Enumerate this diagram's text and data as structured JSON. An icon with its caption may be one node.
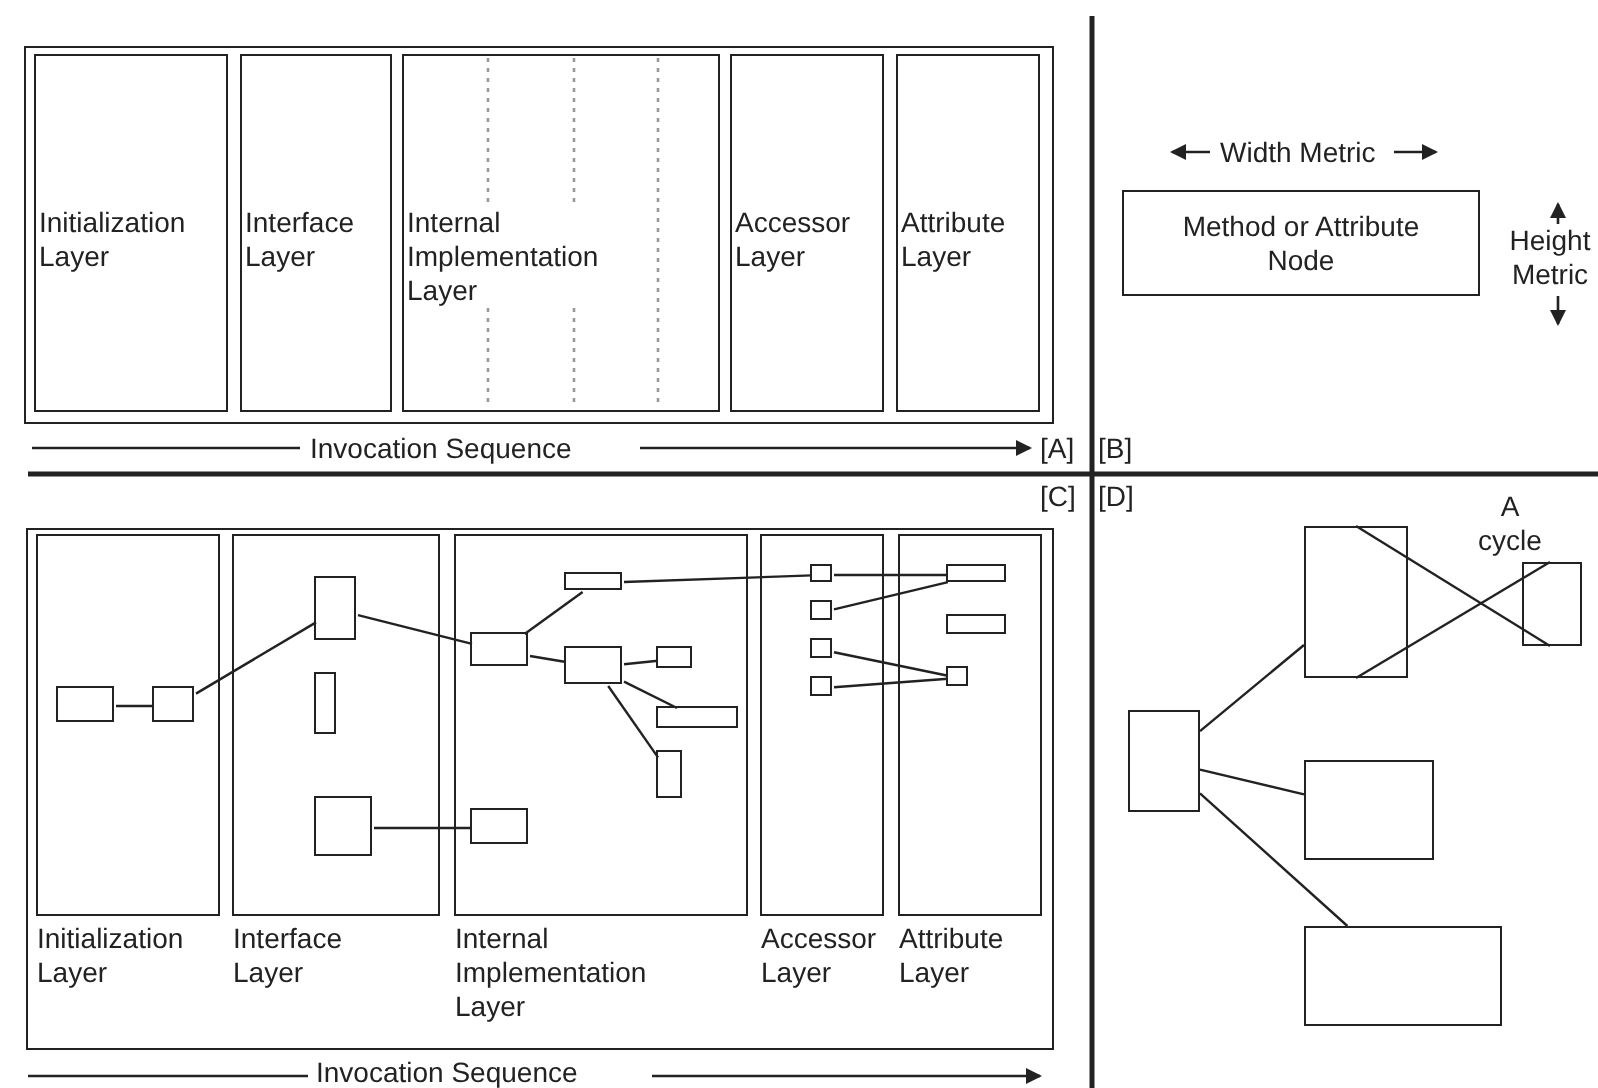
{
  "diagram": {
    "nodes": [
      {
        "text": [],
        "shape": "box"
      },
      {
        "text": [
          "Initialization Layer"
        ],
        "in": 0
      },
      {
        "text": [
          "Interface Layer"
        ],
        "in": 0
      },
      {
        "text": [
          "Internal Implementation Layer"
        ],
        "in": 0
      },
      {
        "text": [
          "Accessor Layer"
        ],
        "in": 0
      },
      {
        "text": [
          "Attribute Layer"
        ],
        "in": 0
      },
      {
        "text": [
          "Method or Attribute Node"
        ]
      },
      {
        "text": [],
        "shape": "box"
      },
      {
        "text": [
          "Initialization Layer"
        ],
        "in": 7
      },
      {
        "text": [
          "Interface Layer"
        ],
        "in": 7
      },
      {
        "text": [
          "Internal Implementation Layer"
        ],
        "in": 7
      },
      {
        "text": [
          "Accessor Layer"
        ],
        "in": 7
      },
      {
        "text": [
          "Attribute Layer"
        ],
        "in": 7
      },
      {
        "text": [],
        "shape": "box",
        "in": 8
      },
      {
        "text": [],
        "shape": "box",
        "in": 8
      },
      {
        "text": [],
        "shape": "box",
        "in": 9
      },
      {
        "text": [],
        "shape": "box",
        "in": 9
      },
      {
        "text": [],
        "shape": "box",
        "in": 9
      },
      {
        "text": [],
        "shape": "box",
        "in": 10
      },
      {
        "text": [],
        "shape": "box",
        "in": 10
      },
      {
        "text": [],
        "shape": "box",
        "in": 10
      },
      {
        "text": [],
        "shape": "box",
        "in": 10
      },
      {
        "text": [],
        "shape": "box",
        "in": 10
      },
      {
        "text": [],
        "shape": "box",
        "in": 10
      },
      {
        "text": [],
        "shape": "box",
        "in": 10
      },
      {
        "text": [],
        "shape": "box",
        "in": 11
      },
      {
        "text": [],
        "shape": "box",
        "in": 11
      },
      {
        "text": [],
        "shape": "box",
        "in": 11
      },
      {
        "text": [],
        "shape": "box",
        "in": 11
      },
      {
        "text": [],
        "shape": "box",
        "in": 12
      },
      {
        "text": [],
        "shape": "box",
        "in": 12
      },
      {
        "text": [],
        "shape": "box",
        "in": 12
      },
      {
        "text": [],
        "shape": "box"
      },
      {
        "text": [],
        "shape": "box"
      },
      {
        "text": [],
        "shape": "box"
      },
      {
        "text": [],
        "shape": "box"
      },
      {
        "text": [],
        "shape": "box"
      }
    ],
    "edges": [
      {
        "from": 13,
        "to": 14,
        "arrow": "none"
      },
      {
        "from": 14,
        "to": 15,
        "arrow": "none"
      },
      {
        "from": 15,
        "to": 18,
        "arrow": "none"
      },
      {
        "from": 18,
        "to": 19,
        "arrow": "none"
      },
      {
        "from": 18,
        "to": 20,
        "arrow": "none"
      },
      {
        "from": 20,
        "to": 21,
        "arrow": "none"
      },
      {
        "from": 20,
        "to": 22,
        "arrow": "none"
      },
      {
        "from": 20,
        "to": 23,
        "arrow": "none"
      },
      {
        "from": 17,
        "to": 24,
        "arrow": "none"
      },
      {
        "from": 19,
        "to": 25,
        "arrow": "none"
      },
      {
        "from": 25,
        "to": 29,
        "arrow": "none"
      },
      {
        "from": 26,
        "to": 29,
        "arrow": "none"
      },
      {
        "from": 27,
        "to": 31,
        "arrow": "none"
      },
      {
        "from": 28,
        "to": 31,
        "arrow": "none"
      },
      {
        "from": 32,
        "to": 33,
        "arrow": "none"
      },
      {
        "from": 33,
        "to": 34,
        "arrow": "none"
      },
      {
        "from": 34,
        "to": 33,
        "arrow": "none"
      },
      {
        "from": 32,
        "to": 35,
        "arrow": "none"
      },
      {
        "from": 32,
        "to": 36,
        "arrow": "none"
      }
    ],
    "labels": [
      "Width Metric",
      "Height Metric",
      "Invocation Sequence",
      "[A]",
      "[B]",
      "[C]",
      "[D]",
      "A cycle",
      "Invocation Sequence"
    ]
  }
}
